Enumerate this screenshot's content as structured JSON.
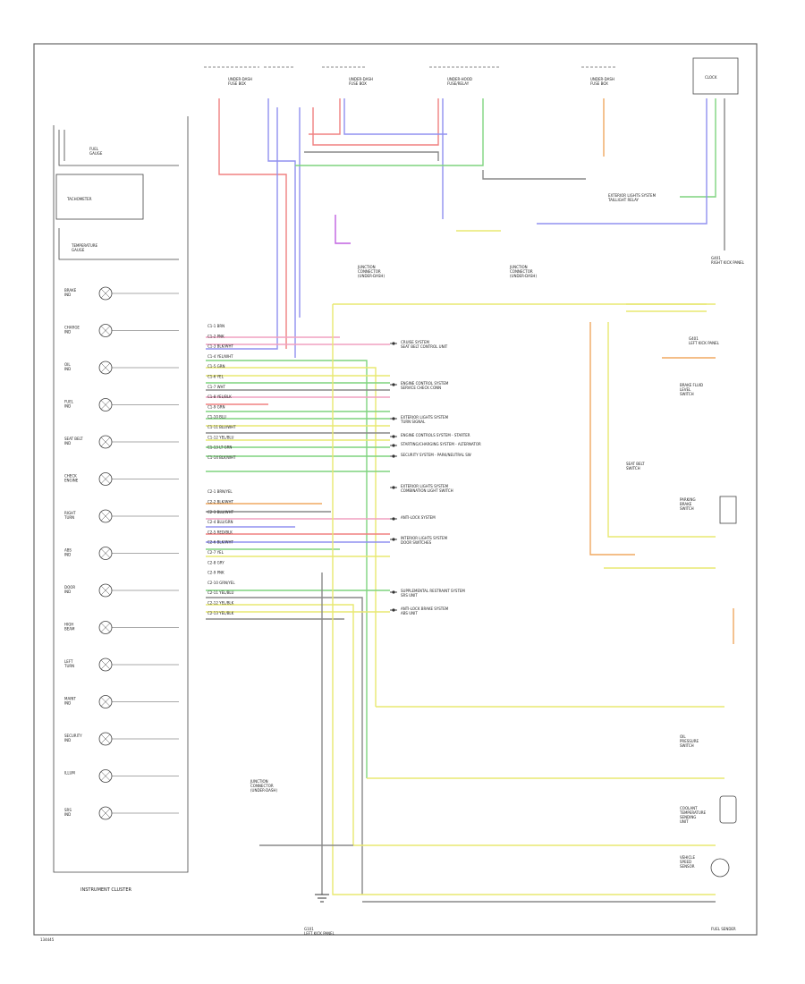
{
  "diagram": {
    "title": "INSTRUMENT CLUSTER",
    "footer_code": "134445",
    "fuel_sender_label": "FUEL SENDER",
    "ground_bottom": "G101\nLEFT KICK PANEL",
    "right_ground": "G401\nRIGHT KICK PANEL",
    "left_kick_ground": "G401\nLEFT KICK PANEL"
  },
  "gauges": [
    {
      "id": "fuel",
      "label": "FUEL\nGAUGE"
    },
    {
      "id": "tach",
      "label": "TACHOMETER"
    },
    {
      "id": "temp",
      "label": "TEMPERATURE\nGAUGE"
    }
  ],
  "indicators": [
    {
      "id": "brake",
      "label": "BRAKE\nIND"
    },
    {
      "id": "charge",
      "label": "CHARGE\nIND"
    },
    {
      "id": "oil",
      "label": "OIL\nIND"
    },
    {
      "id": "fuel-ind",
      "label": "FUEL\nIND"
    },
    {
      "id": "seatbelt",
      "label": "SEAT BELT\nIND"
    },
    {
      "id": "check-engine",
      "label": "CHECK\nENGINE"
    },
    {
      "id": "right-turn",
      "label": "RIGHT\nTURN"
    },
    {
      "id": "abs",
      "label": "ABS\nIND"
    },
    {
      "id": "door",
      "label": "DOOR\nIND"
    },
    {
      "id": "high-beam",
      "label": "HIGH\nBEAM"
    },
    {
      "id": "left-turn",
      "label": "LEFT\nTURN"
    },
    {
      "id": "maint",
      "label": "MAINT\nIND"
    },
    {
      "id": "security",
      "label": "SECURITY\nIND"
    },
    {
      "id": "illum",
      "label": "ILLUM"
    },
    {
      "id": "srs",
      "label": "SRS\nIND"
    }
  ],
  "connector_pins": [
    "C1-1 BRN",
    "C1-2 PNK",
    "C1-3 BLK/WHT",
    "C1-4 YEL/WHT",
    "C1-5 GRN",
    "C1-6 YEL",
    "C1-7 WHT",
    "C1-8 YEL/BLK",
    "C1-9 GRN",
    "C1-10 BLU",
    "C1-11 BLU/WHT",
    "C1-12 YEL/BLU",
    "C1-13 LT GRN",
    "C1-14 BLK/WHT",
    "C2-1 BRN/YEL",
    "C2-2 BLK/WHT",
    "C2-3 BLU/WHT",
    "C2-4 BLU/GRN",
    "C2-5 RED/BLK",
    "C2-6 BLK/WHT",
    "C2-7 YEL",
    "C2-8 GRY",
    "C2-9 PNK",
    "C2-10 GRN/YEL",
    "C2-11 YEL/BLU",
    "C2-12 YEL/BLK",
    "C2-13 YEL/BLK"
  ],
  "right_labels": [
    {
      "id": "cruise",
      "text": "CRUISE SYSTEM\nSEAT BELT CONTROL UNIT"
    },
    {
      "id": "engine",
      "text": "ENGINE CONTROL SYSTEM\nSERVICE CHECK CONN"
    },
    {
      "id": "lighting",
      "text": "EXTERIOR LIGHTS SYSTEM\nTURN SIGNAL"
    },
    {
      "id": "charging",
      "text": "ENGINE CONTROLS SYSTEM - STARTER"
    },
    {
      "id": "alternator",
      "text": "STARTING/CHARGING SYSTEM - ALTERNATOR"
    },
    {
      "id": "security",
      "text": "SECURITY SYSTEM - PARK/NEUTRAL SW"
    },
    {
      "id": "ext-lights",
      "text": "EXTERIOR LIGHTS SYSTEM\nCOMBINATION LIGHT SWITCH"
    },
    {
      "id": "abs",
      "text": "ANTI-LOCK SYSTEM"
    },
    {
      "id": "door",
      "text": "INTERIOR LIGHTS SYSTEM\nDOOR SWITCHES"
    },
    {
      "id": "srs",
      "text": "SUPPLEMENTAL RESTRAINT SYSTEM\nSRS UNIT"
    },
    {
      "id": "srs2",
      "text": "ANTI-LOCK BRAKE SYSTEM\nABS UNIT"
    }
  ],
  "top_labels": [
    {
      "id": "fuse1",
      "text": "UNDER-DASH\nFUSE BOX"
    },
    {
      "id": "fuse2",
      "text": "UNDER-DASH\nFUSE BOX"
    },
    {
      "id": "fuse3",
      "text": "UNDER-HOOD\nFUSE/RELAY"
    },
    {
      "id": "fuse4",
      "text": "UNDER-DASH\nFUSE BOX"
    },
    {
      "id": "clock",
      "text": "CLOCK"
    }
  ],
  "components": [
    {
      "id": "junction1",
      "text": "JUNCTION\nCONNECTOR\n(UNDER-DASH)"
    },
    {
      "id": "junction2",
      "text": "JUNCTION\nCONNECTOR\n(UNDER-DASH)"
    },
    {
      "id": "brake-fluid",
      "text": "BRAKE FLUID\nLEVEL\nSWITCH"
    },
    {
      "id": "parking-brake",
      "text": "PARKING\nBRAKE\nSWITCH"
    },
    {
      "id": "seat-belt-sw",
      "text": "SEAT BELT\nSWITCH"
    },
    {
      "id": "oil-pressure",
      "text": "OIL\nPRESSURE\nSWITCH"
    },
    {
      "id": "coolant-temp",
      "text": "COOLANT\nTEMPERATURE\nSENDING\nUNIT"
    },
    {
      "id": "vss",
      "text": "VEHICLE\nSPEED\nSENSOR"
    },
    {
      "id": "junction3",
      "text": "JUNCTION\nCONNECTOR\n(UNDER-DASH)"
    },
    {
      "id": "left-grd",
      "text": "G101\nLEFT KICK PANEL"
    },
    {
      "id": "ext-sensor",
      "text": "EXTERIOR LIGHTS SYSTEM\nTAILLIGHT RELAY"
    }
  ],
  "colors": {
    "red": "#f08080",
    "blue": "#9090f0",
    "green": "#7fd47f",
    "yellow": "#e8e870",
    "orange": "#f0a860",
    "purple": "#c060e0",
    "pink": "#f0a0c0",
    "gray": "#888888",
    "frame": "#555555"
  }
}
